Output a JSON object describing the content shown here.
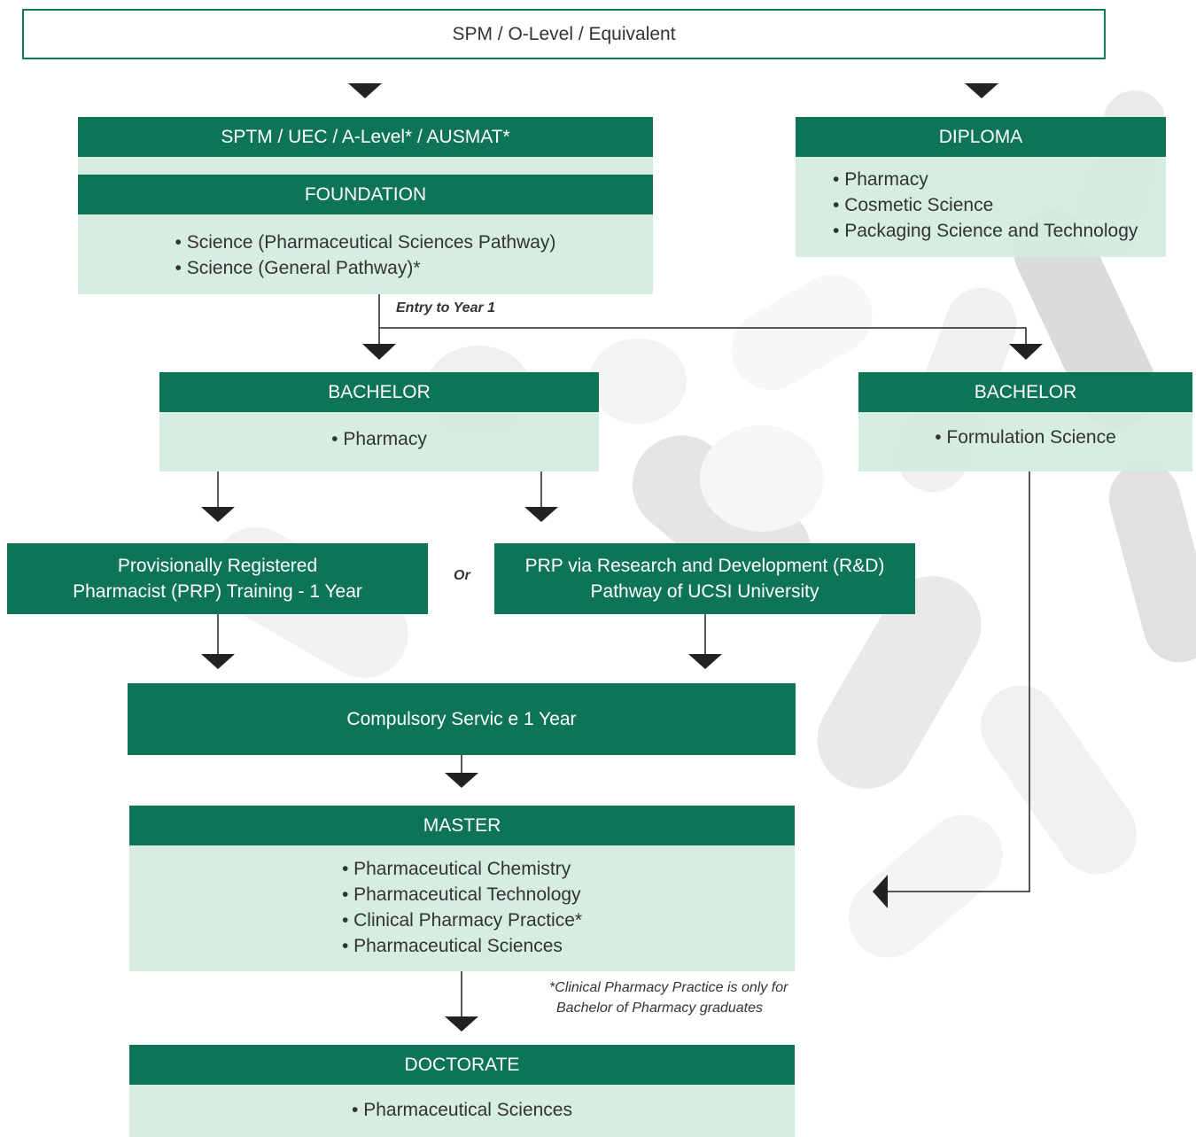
{
  "entry": {
    "label": "SPM / O-Level / Equivalent"
  },
  "pre_university": {
    "header": "SPTM / UEC / A-Level* / AUSMAT*"
  },
  "foundation": {
    "header": "FOUNDATION",
    "items": [
      "Science (Pharmaceutical Sciences Pathway)",
      "Science (General Pathway)*"
    ]
  },
  "diploma": {
    "header": "DIPLOMA",
    "items": [
      "Pharmacy",
      "Cosmetic Science",
      "Packaging Science and Technology"
    ]
  },
  "entry_note": "Entry to Year 1",
  "bachelor_pharmacy": {
    "header": "BACHELOR",
    "items": [
      "Pharmacy"
    ]
  },
  "bachelor_formulation": {
    "header": "BACHELOR",
    "items": [
      "Formulation Science"
    ]
  },
  "prp_training": {
    "line1": "Provisionally Registered",
    "line2": "Pharmacist (PRP) Training - 1 Year"
  },
  "or_label": "Or",
  "prp_research": {
    "line1": "PRP via Research and Development (R&D)",
    "line2": "Pathway of UCSI University"
  },
  "compulsory": {
    "label": "Compulsory Servic e 1 Year"
  },
  "master": {
    "header": "MASTER",
    "items": [
      "Pharmaceutical Chemistry",
      "Pharmaceutical Technology",
      "Clinical Pharmacy Practice*",
      "Pharmaceutical Sciences"
    ]
  },
  "master_note": {
    "line1": "*Clinical Pharmacy Practice is only for",
    "line2": "Bachelor of Pharmacy graduates"
  },
  "doctorate": {
    "header": "DOCTORATE",
    "items": [
      "Pharmaceutical Sciences"
    ]
  },
  "colors": {
    "primary": "#0d7556",
    "light": "#d2ebde",
    "line": "#222222"
  }
}
